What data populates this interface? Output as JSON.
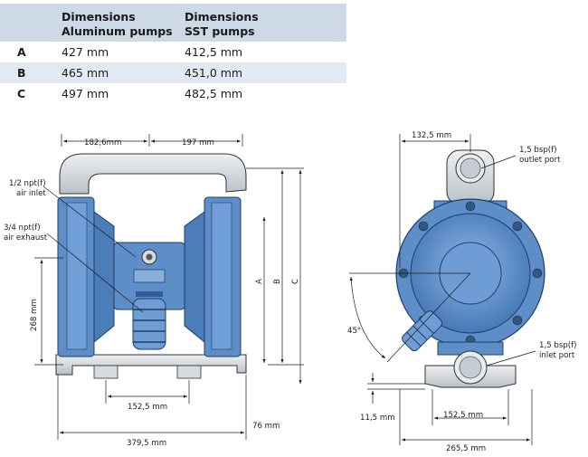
{
  "table": {
    "headers": [
      {
        "line1": "Dimensions",
        "line2": "Aluminum pumps"
      },
      {
        "line1": "Dimensions",
        "line2": "SST pumps"
      }
    ],
    "rows": [
      {
        "label": "A",
        "aluminum": "427 mm",
        "sst": "412,5 mm"
      },
      {
        "label": "B",
        "aluminum": "465 mm",
        "sst": "451,0 mm"
      },
      {
        "label": "C",
        "aluminum": "497 mm",
        "sst": "482,5 mm"
      }
    ]
  },
  "front_view": {
    "dim_left_top": "182,6mm",
    "dim_right_top": "197 mm",
    "air_inlet_line1": "1/2 npt(f)",
    "air_inlet_line2": "air inlet",
    "air_exhaust_line1": "3/4 npt(f)",
    "air_exhaust_line2": "air exhaust",
    "dim_height_left": "268 mm",
    "dim_A": "A",
    "dim_B": "B",
    "dim_C": "C",
    "dim_feet_spacing": "152,5 mm",
    "dim_foot_height": "76 mm",
    "dim_total_width": "379,5 mm"
  },
  "side_view": {
    "dim_top": "132,5 mm",
    "outlet_line1": "1,5 bsp(f)",
    "outlet_line2": "outlet port",
    "angle": "45°",
    "inlet_line1": "1,5 bsp(f)",
    "inlet_line2": "inlet port",
    "dim_base_height": "11,5 mm",
    "dim_feet_spacing": "152,5 mm",
    "dim_total_width": "265,5 mm"
  },
  "colors": {
    "pump_body": "#5d8ec8",
    "manifold": "#d6dbe0",
    "header_bg": "#ced9e8",
    "row_alt_bg": "#e2e9f2"
  }
}
